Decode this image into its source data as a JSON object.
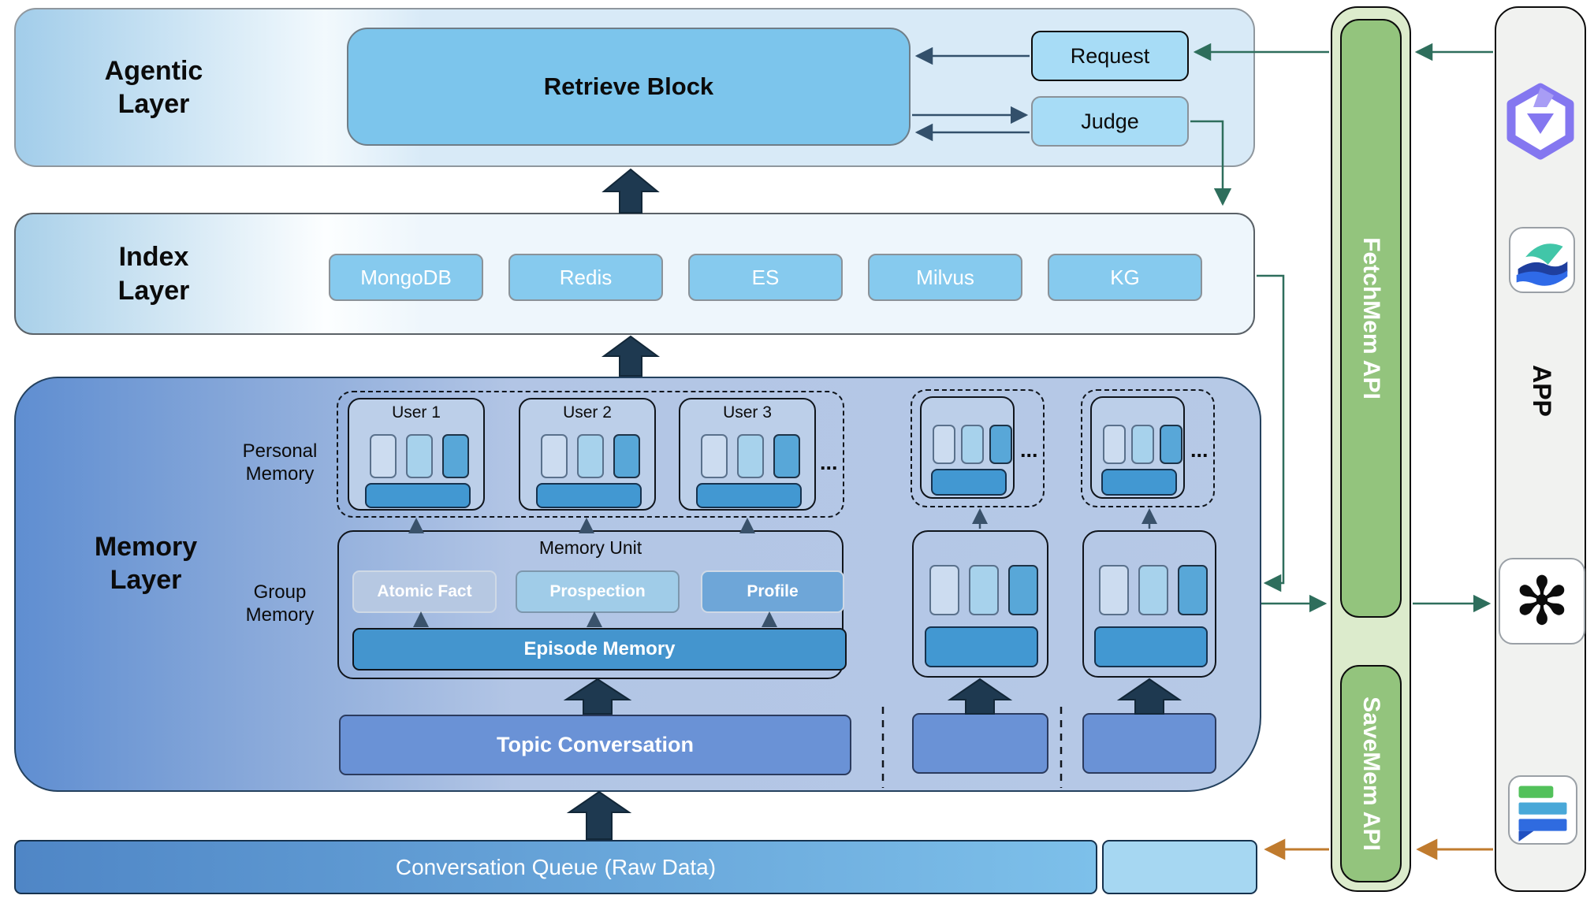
{
  "agentic": {
    "label": "Agentic\nLayer",
    "retrieve": "Retrieve Block",
    "request": "Request",
    "judge": "Judge"
  },
  "index": {
    "label": "Index\nLayer",
    "stores": [
      "MongoDB",
      "Redis",
      "ES",
      "Milvus",
      "KG"
    ]
  },
  "memory": {
    "label": "Memory\nLayer",
    "personal_label": "Personal\nMemory",
    "group_label": "Group\nMemory",
    "users": [
      "User 1",
      "User 2",
      "User 3"
    ],
    "ellipsis": "...",
    "memory_unit": {
      "title": "Memory Unit",
      "atomic": "Atomic Fact",
      "prospection": "Prospection",
      "profile": "Profile",
      "episode": "Episode Memory"
    },
    "topic": "Topic Conversation"
  },
  "queue": {
    "label": "Conversation Queue (Raw Data)"
  },
  "apis": {
    "fetch": "FetchMem API",
    "save": "SaveMem API"
  },
  "app": {
    "label": "APP",
    "icons": [
      "qwen-icon",
      "wave-app-icon",
      "openai-icon",
      "chat-bars-icon"
    ]
  },
  "colors": {
    "api_green": "#93c47d",
    "accent_teal": "#2e6e5c",
    "accent_orange": "#c07b2e",
    "arrow_navy": "#1e3950",
    "memory_blue": "#b6c9e6",
    "box_sky": "#7cc5ec"
  }
}
